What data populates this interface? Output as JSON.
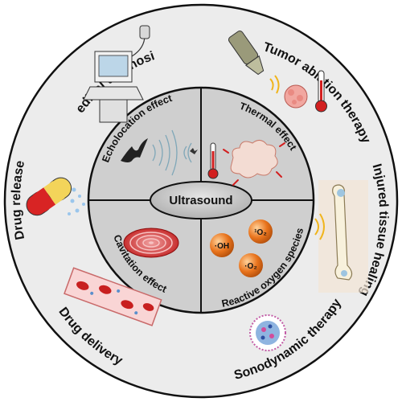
{
  "center": {
    "label": "Ultrasound"
  },
  "effects": {
    "echolocation": "Echolocation effect",
    "thermal": "Thermal effect",
    "cavitation": "Cavitation effect",
    "ros": "Reactive oxygen species"
  },
  "ros_molecules": [
    "·OH",
    "¹O₂",
    "·O₂"
  ],
  "applications": {
    "medical_diagnosis": "Medical diagnosis",
    "tumor_ablation": "Tumor ablation therapy",
    "injured_tissue": "Injured tissue healing",
    "sonodynamic": "Sonodynamic therapy",
    "drug_delivery": "Drug delivery",
    "drug_release": "Drug release"
  },
  "colors": {
    "outer_ring": "#ececec",
    "inner_disc": "#cfcfcf",
    "ros_sphere": "#e8731c",
    "ultrasound_ellipse": "#bdbdbd",
    "wave": "#f0b51c",
    "thermometer": "#d21f1f"
  },
  "icons": {
    "medical_diagnosis": "ultrasound-machine-icon",
    "tumor_ablation": "ablation-probe-tumor-thermometer-icon",
    "injured_tissue": "femur-bone-icon",
    "sonodynamic": "virus-particle-icon",
    "drug_delivery": "blood-vessel-icon",
    "drug_release": "capsule-icon",
    "echolocation": "bat-sound-wave-icon",
    "thermal": "explosion-thermometer-icon",
    "cavitation": "spiral-ripple-icon"
  }
}
